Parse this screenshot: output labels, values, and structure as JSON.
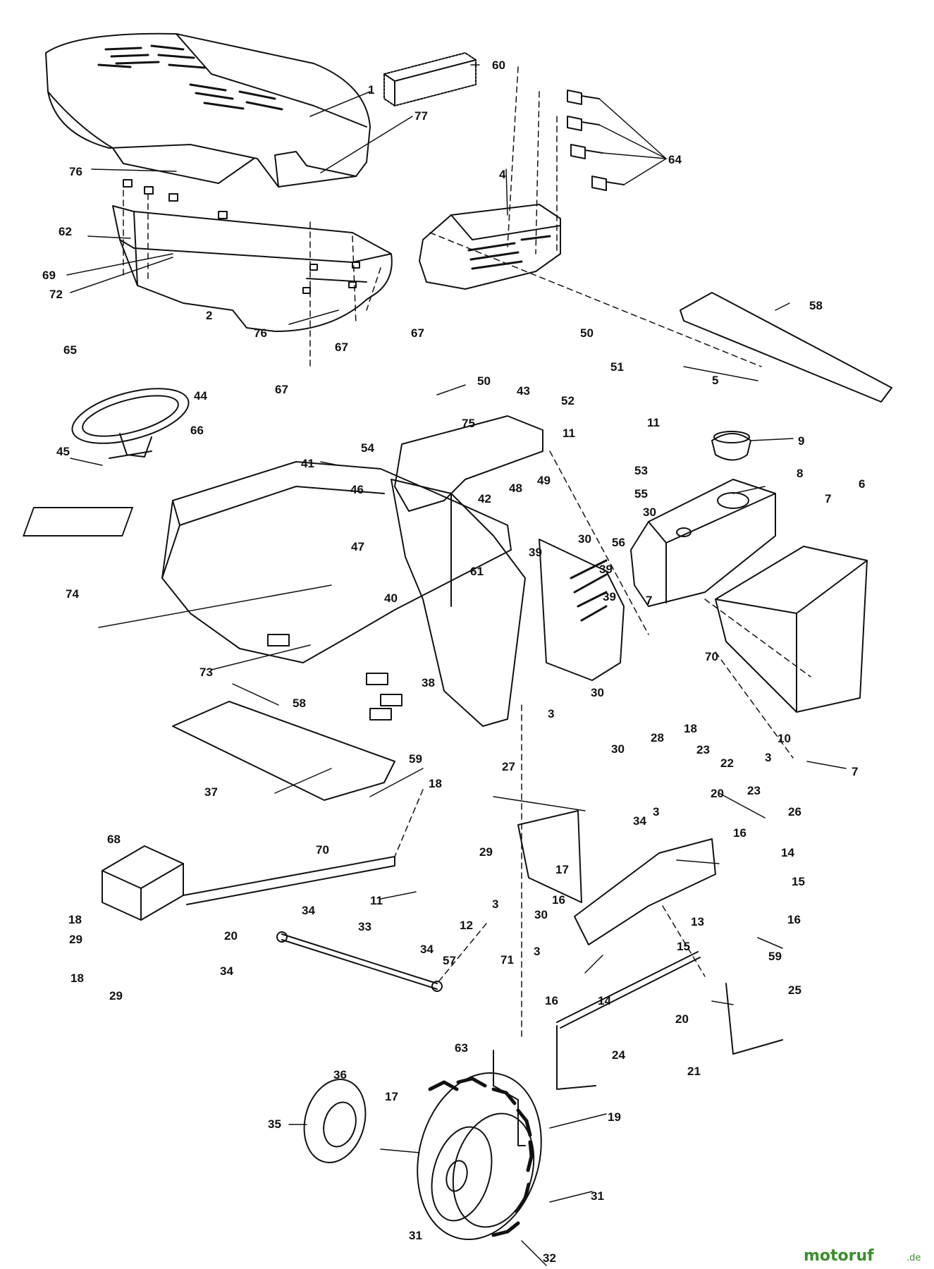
{
  "diagram": {
    "labels": [
      {
        "id": "l60",
        "text": "60"
      },
      {
        "id": "l1",
        "text": "1"
      },
      {
        "id": "l77",
        "text": "77"
      },
      {
        "id": "l64",
        "text": "64"
      },
      {
        "id": "l76a",
        "text": "76"
      },
      {
        "id": "l4",
        "text": "4"
      },
      {
        "id": "l62",
        "text": "62"
      },
      {
        "id": "l69",
        "text": "69"
      },
      {
        "id": "l72",
        "text": "72"
      },
      {
        "id": "l58a",
        "text": "58"
      },
      {
        "id": "l2",
        "text": "2"
      },
      {
        "id": "l65",
        "text": "65"
      },
      {
        "id": "l76b",
        "text": "76"
      },
      {
        "id": "l67a",
        "text": "67"
      },
      {
        "id": "l67b",
        "text": "67"
      },
      {
        "id": "l67c",
        "text": "67"
      },
      {
        "id": "l5",
        "text": "5"
      },
      {
        "id": "l50a",
        "text": "50"
      },
      {
        "id": "l51",
        "text": "51"
      },
      {
        "id": "l44",
        "text": "44"
      },
      {
        "id": "l50b",
        "text": "50"
      },
      {
        "id": "l43",
        "text": "43"
      },
      {
        "id": "l52",
        "text": "52"
      },
      {
        "id": "l11a",
        "text": "11"
      },
      {
        "id": "l11b",
        "text": "11"
      },
      {
        "id": "l66",
        "text": "66"
      },
      {
        "id": "l75",
        "text": "75"
      },
      {
        "id": "l9",
        "text": "9"
      },
      {
        "id": "l45",
        "text": "45"
      },
      {
        "id": "l54",
        "text": "54"
      },
      {
        "id": "l41",
        "text": "41"
      },
      {
        "id": "l53",
        "text": "53"
      },
      {
        "id": "l8",
        "text": "8"
      },
      {
        "id": "l49",
        "text": "49"
      },
      {
        "id": "l48",
        "text": "48"
      },
      {
        "id": "l46",
        "text": "46"
      },
      {
        "id": "l55",
        "text": "55"
      },
      {
        "id": "l7a",
        "text": "7"
      },
      {
        "id": "l6",
        "text": "6"
      },
      {
        "id": "l42",
        "text": "42"
      },
      {
        "id": "l30a",
        "text": "30"
      },
      {
        "id": "l30b",
        "text": "30"
      },
      {
        "id": "l56",
        "text": "56"
      },
      {
        "id": "l47",
        "text": "47"
      },
      {
        "id": "l39a",
        "text": "39"
      },
      {
        "id": "l61",
        "text": "61"
      },
      {
        "id": "l39b",
        "text": "39"
      },
      {
        "id": "l40",
        "text": "40"
      },
      {
        "id": "l74",
        "text": "74"
      },
      {
        "id": "l39c",
        "text": "39"
      },
      {
        "id": "l7b",
        "text": "7"
      },
      {
        "id": "l73",
        "text": "73"
      },
      {
        "id": "l70a",
        "text": "70"
      },
      {
        "id": "l38",
        "text": "38"
      },
      {
        "id": "l30c",
        "text": "30"
      },
      {
        "id": "l58b",
        "text": "58"
      },
      {
        "id": "l3a",
        "text": "3"
      },
      {
        "id": "l10",
        "text": "10"
      },
      {
        "id": "l30d",
        "text": "30"
      },
      {
        "id": "l18a",
        "text": "18"
      },
      {
        "id": "l28",
        "text": "28"
      },
      {
        "id": "l3b",
        "text": "3"
      },
      {
        "id": "l23a",
        "text": "23"
      },
      {
        "id": "l59a",
        "text": "59"
      },
      {
        "id": "l27",
        "text": "27"
      },
      {
        "id": "l22",
        "text": "22"
      },
      {
        "id": "l7c",
        "text": "7"
      },
      {
        "id": "l37",
        "text": "37"
      },
      {
        "id": "l18b",
        "text": "18"
      },
      {
        "id": "l20a",
        "text": "20"
      },
      {
        "id": "l23b",
        "text": "23"
      },
      {
        "id": "l26",
        "text": "26"
      },
      {
        "id": "l68",
        "text": "68"
      },
      {
        "id": "l3c",
        "text": "3"
      },
      {
        "id": "l16a",
        "text": "16"
      },
      {
        "id": "l34a",
        "text": "34"
      },
      {
        "id": "l29a",
        "text": "29"
      },
      {
        "id": "l70b",
        "text": "70"
      },
      {
        "id": "l14a",
        "text": "14"
      },
      {
        "id": "l15a",
        "text": "15"
      },
      {
        "id": "l17a",
        "text": "17"
      },
      {
        "id": "l11c",
        "text": "11"
      },
      {
        "id": "l16b",
        "text": "16"
      },
      {
        "id": "l3d",
        "text": "3"
      },
      {
        "id": "l12",
        "text": "12"
      },
      {
        "id": "l16c",
        "text": "16"
      },
      {
        "id": "l18c",
        "text": "18"
      },
      {
        "id": "l30e",
        "text": "30"
      },
      {
        "id": "l13",
        "text": "13"
      },
      {
        "id": "l34b",
        "text": "34"
      },
      {
        "id": "l29b",
        "text": "29"
      },
      {
        "id": "l20b",
        "text": "20"
      },
      {
        "id": "l33",
        "text": "33"
      },
      {
        "id": "l3e",
        "text": "3"
      },
      {
        "id": "l15b",
        "text": "15"
      },
      {
        "id": "l59b",
        "text": "59"
      },
      {
        "id": "l34c",
        "text": "34"
      },
      {
        "id": "l34d",
        "text": "34"
      },
      {
        "id": "l57",
        "text": "57"
      },
      {
        "id": "l71",
        "text": "71"
      },
      {
        "id": "l18d",
        "text": "18"
      },
      {
        "id": "l29c",
        "text": "29"
      },
      {
        "id": "l16d",
        "text": "16"
      },
      {
        "id": "l14b",
        "text": "14"
      },
      {
        "id": "l25",
        "text": "25"
      },
      {
        "id": "l20c",
        "text": "20"
      },
      {
        "id": "l63",
        "text": "63"
      },
      {
        "id": "l24",
        "text": "24"
      },
      {
        "id": "l21",
        "text": "21"
      },
      {
        "id": "l36",
        "text": "36"
      },
      {
        "id": "l17b",
        "text": "17"
      },
      {
        "id": "l19",
        "text": "19"
      },
      {
        "id": "l35",
        "text": "35"
      },
      {
        "id": "l31a",
        "text": "31"
      },
      {
        "id": "l32",
        "text": "32"
      },
      {
        "id": "l31b",
        "text": "31"
      }
    ]
  },
  "watermark": {
    "name": "motoruf",
    "tld": ".de",
    "color": "#3a8f2a"
  },
  "colors": {
    "ink": "#111111",
    "paper": "#ffffff"
  }
}
